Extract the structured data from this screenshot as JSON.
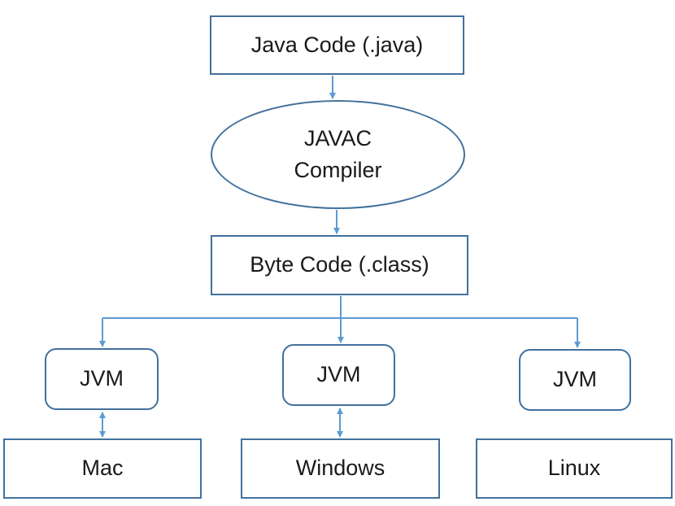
{
  "diagram": {
    "source": {
      "label": "Java Code (.java)"
    },
    "compiler": {
      "label": "JAVAC\nCompiler"
    },
    "bytecode": {
      "label": "Byte Code (.class)"
    },
    "jvms": [
      {
        "label": "JVM"
      },
      {
        "label": "JVM"
      },
      {
        "label": "JVM"
      }
    ],
    "platforms": [
      {
        "label": "Mac"
      },
      {
        "label": "Windows"
      },
      {
        "label": "Linux"
      }
    ],
    "colors": {
      "border": "#41719c",
      "connector": "#5b9bd5",
      "text": "#1a1a1a",
      "background": "#ffffff"
    }
  }
}
